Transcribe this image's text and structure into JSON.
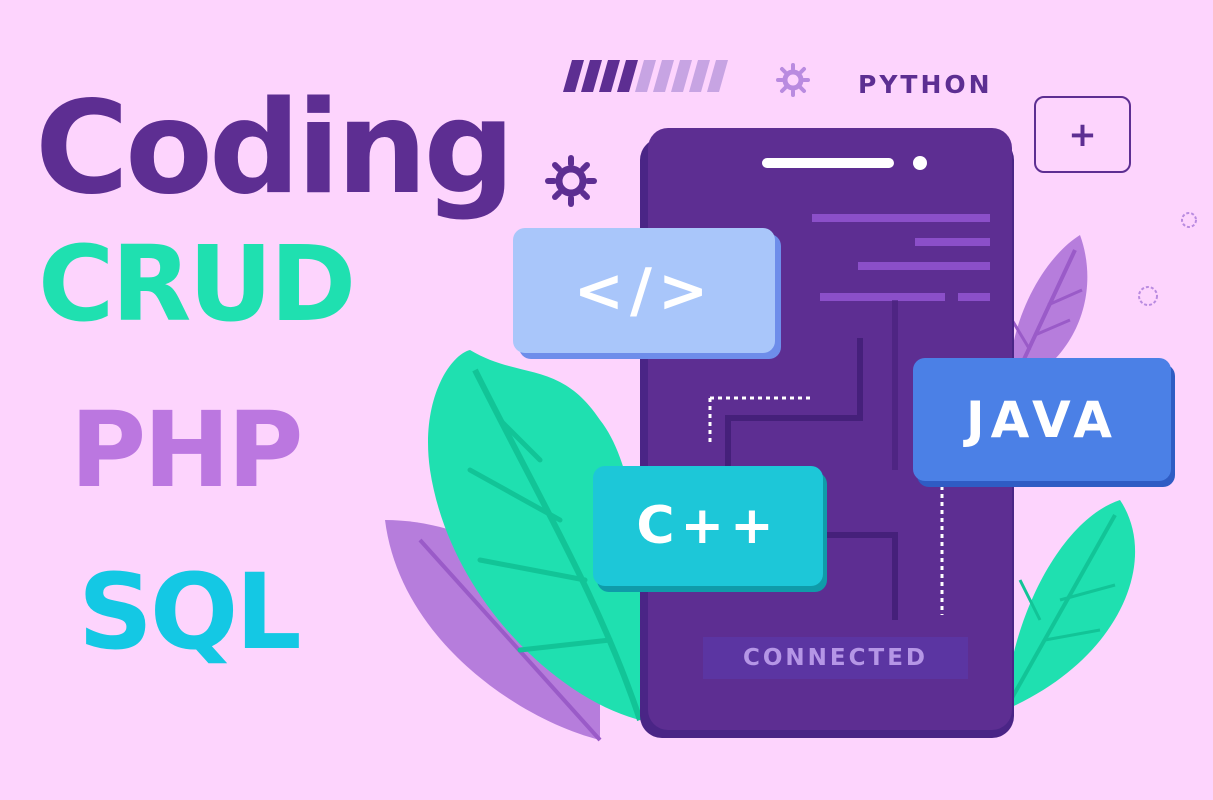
{
  "headline": {
    "line1": "Coding",
    "line2": "CRUD",
    "line3": "PHP",
    "line4": "SQL"
  },
  "badges": {
    "python": "PYTHON",
    "code": "</>",
    "java": "JAVA",
    "cpp": "C++",
    "plus": "+"
  },
  "phone": {
    "status": "CONNECTED"
  },
  "colors": {
    "background": "#fdd4fd",
    "coding": "#5d2e92",
    "crud": "#1fe0b0",
    "php": "#bb77e0",
    "sql": "#14c8e4",
    "phone": "#5d2e92",
    "java_card": "#4b80e6",
    "cpp_card": "#1dc7d8",
    "code_card": "#a9c6fa"
  },
  "icons": [
    "gear-icon",
    "slash-stripes-icon",
    "plus-icon",
    "leaf-icon",
    "ring-icon"
  ]
}
